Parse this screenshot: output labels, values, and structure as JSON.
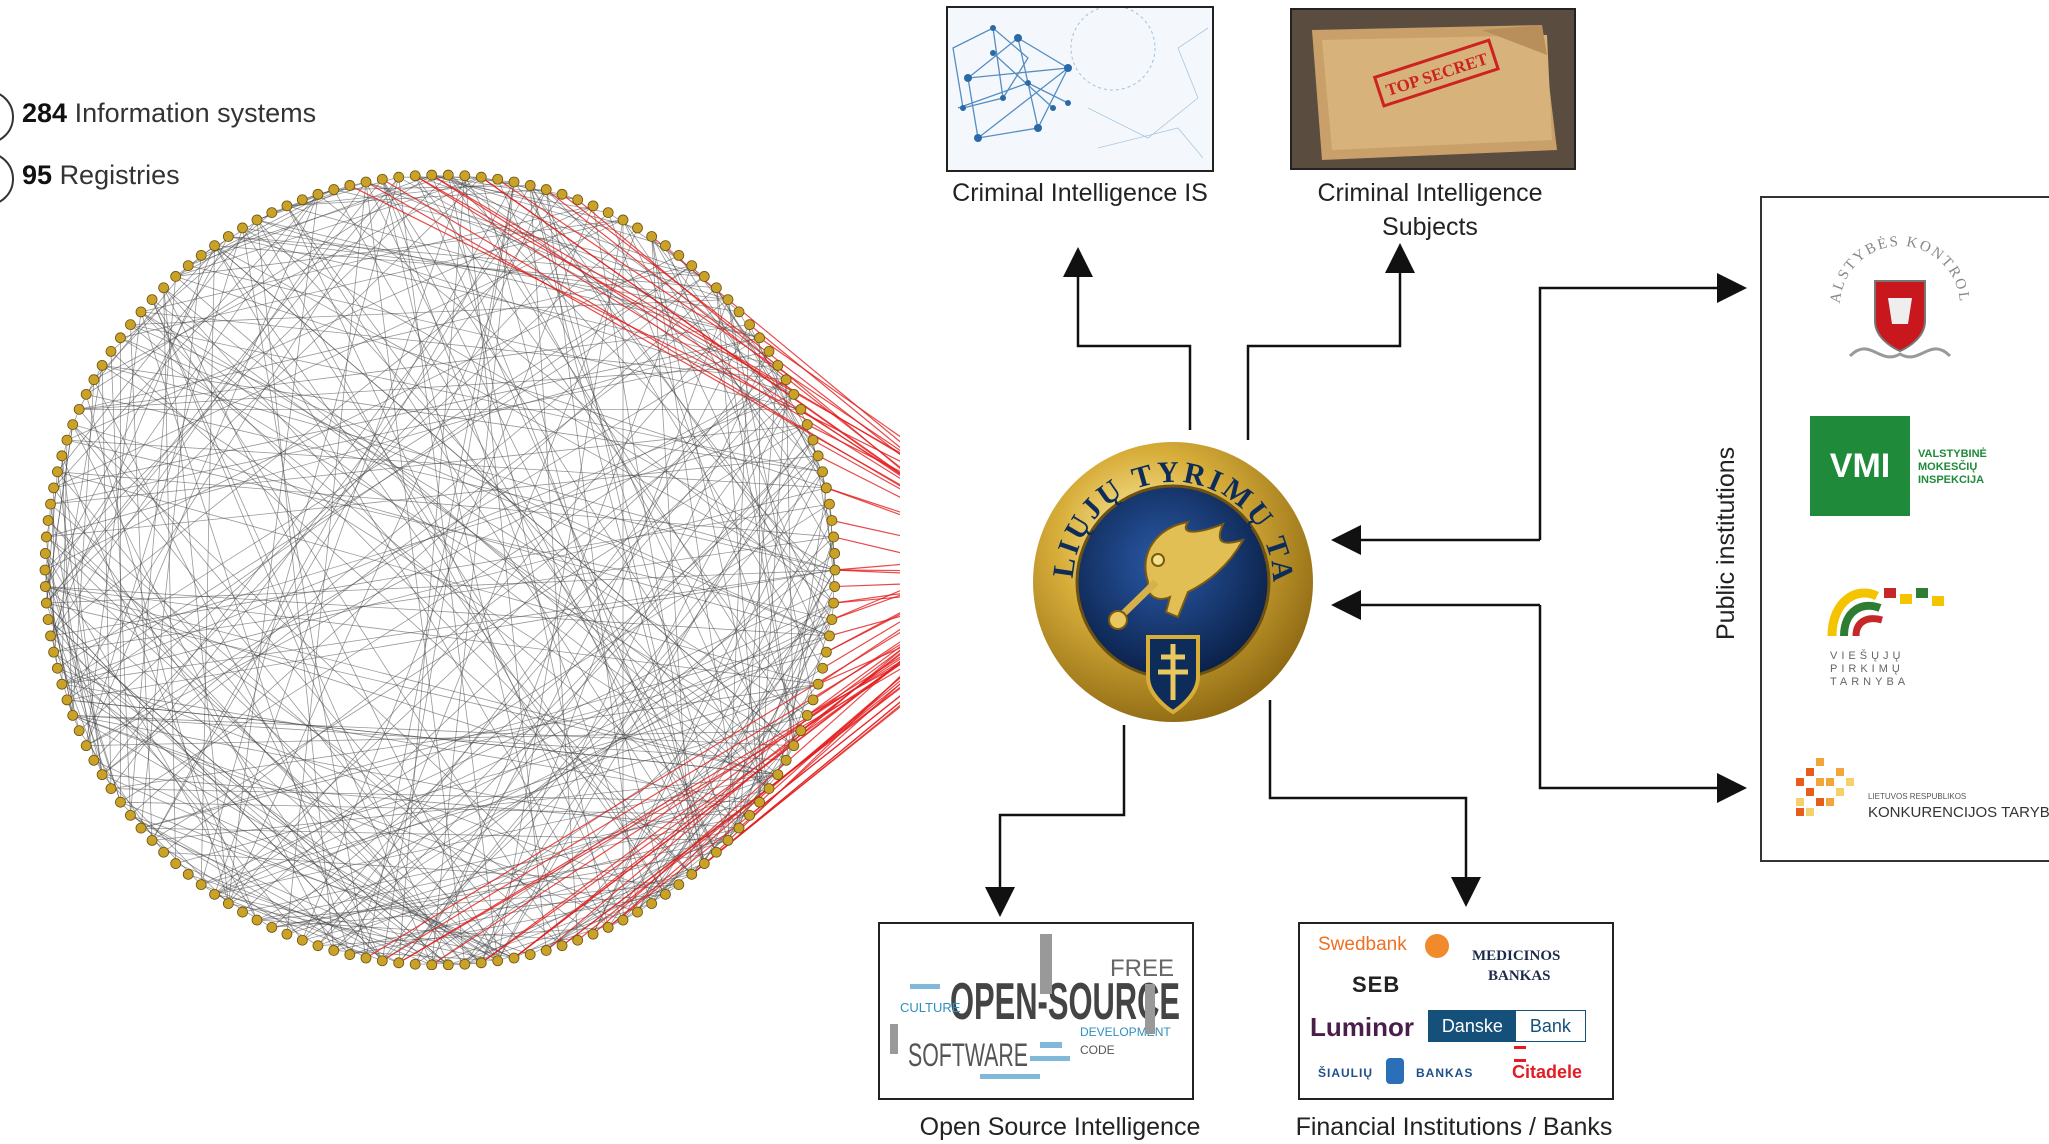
{
  "stats": [
    {
      "number": "284",
      "label": "Information systems"
    },
    {
      "number": "95",
      "label": "Registries"
    }
  ],
  "center": {
    "top_arc_text": "SPECIALIŲJŲ TYRIMŲ TARNYBA"
  },
  "nodes": {
    "criminal_intel_is": {
      "caption": "Criminal Intelligence IS"
    },
    "criminal_intel_subjects": {
      "caption_line1": "Criminal Intelligence",
      "caption_line2": "Subjects",
      "stamp": "TOP SECRET"
    },
    "osint": {
      "caption": "Open Source Intelligence",
      "word_main": "OPEN-SOURCE",
      "word_sub": "SOFTWARE",
      "word_free": "FREE",
      "word_culture": "CULTURE",
      "word_dev": "DEVELOPMENT",
      "word_code": "CODE"
    },
    "banks": {
      "caption": "Financial Institutions / Banks",
      "swedbank": "Swedbank",
      "medicinos": "MEDICINOS",
      "bankas": "BANKAS",
      "seb": "SEB",
      "luminor": "Luminor",
      "danske": "Danske",
      "bank": "Bank",
      "siauliu": "ŠIAULIŲ",
      "siauliu_bankas": "BANKAS",
      "citadele": "Citadele"
    },
    "public": {
      "label": "Public institutions",
      "valstybes_kontrole": "VALSTYBĖS KONTROLĖ",
      "vmi": "VMI",
      "vmi_line1": "VALSTYBINĖ",
      "vmi_line2": "MOKESČIŲ",
      "vmi_line3": "INSPEKCIJA",
      "vpt_line1": "VIEŠŲJŲ",
      "vpt_line2": "PIRKIMŲ",
      "vpt_line3": "TARNYBA",
      "kt_small": "LIETUVOS RESPUBLIKOS",
      "kt_big": "KONKURENCIJOS TARYBA"
    }
  },
  "colors": {
    "red_link": "#e31b1b",
    "gray_link": "#444444",
    "gold": "#c9a227",
    "navy": "#0d2c5a",
    "vmi_green": "#1f8a3a"
  }
}
